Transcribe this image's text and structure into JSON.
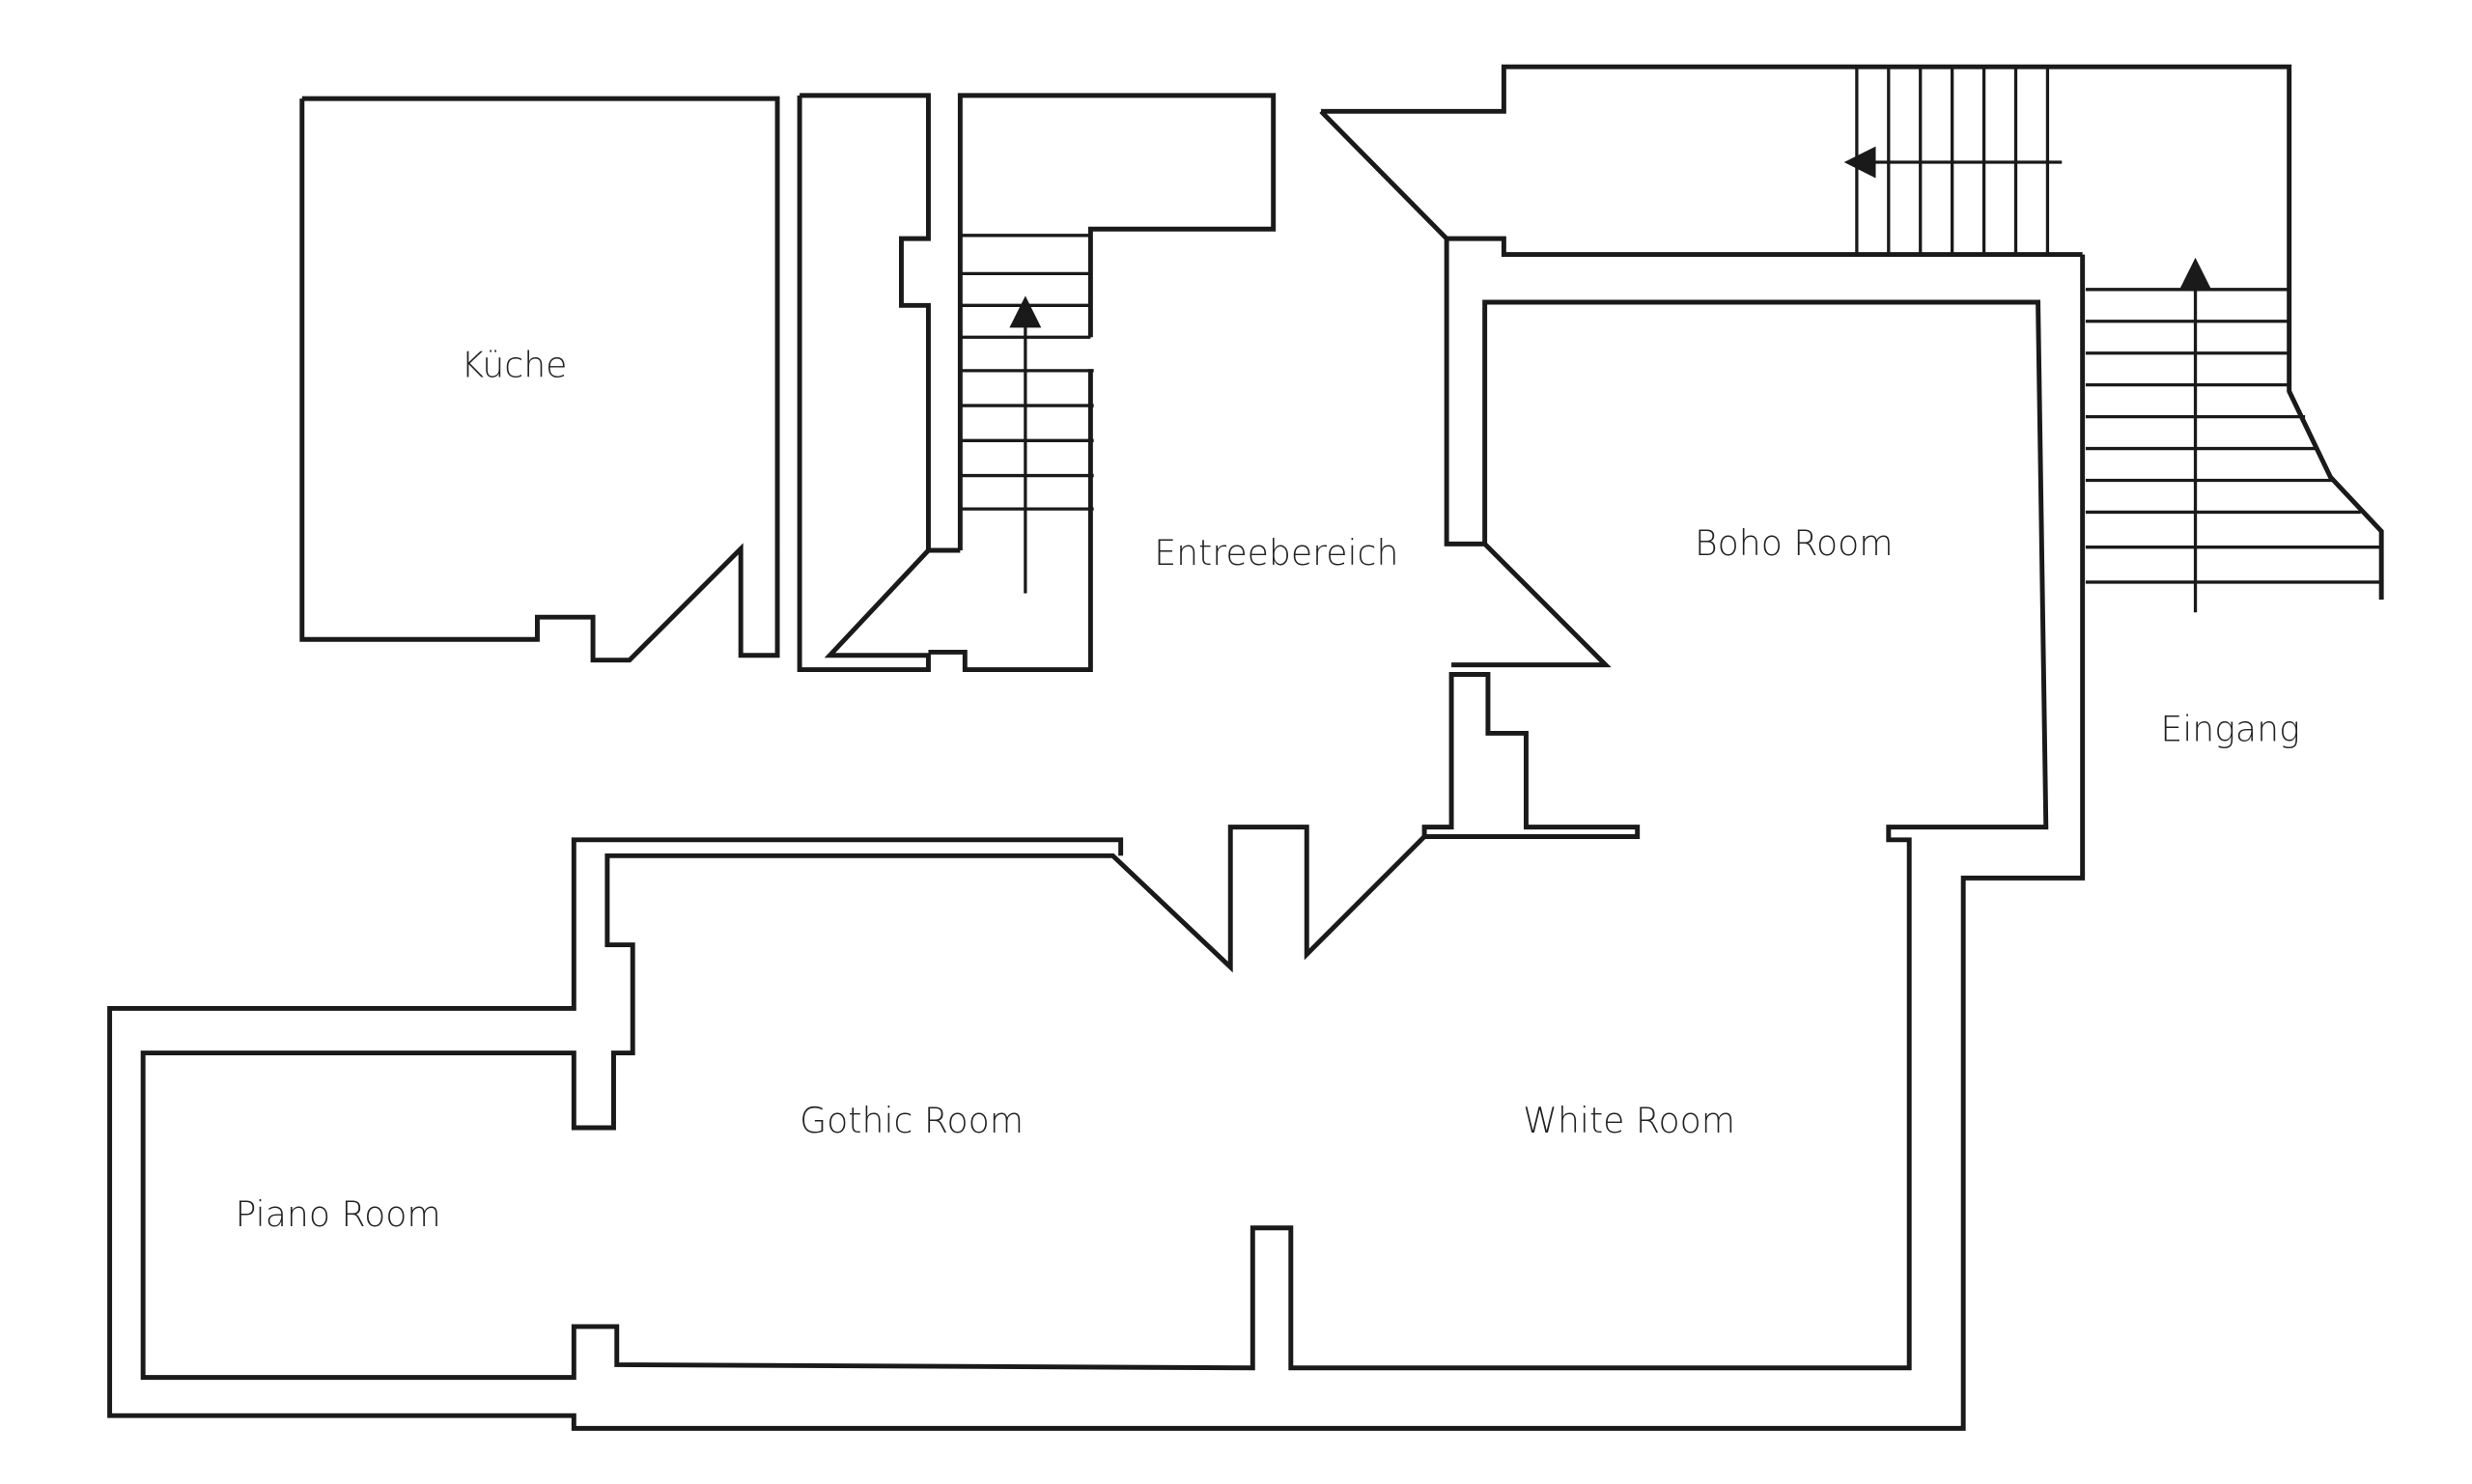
{
  "title": "Floor plan",
  "rooms": {
    "kueche": "Küche",
    "entree": "Entreebereich",
    "boho": "Boho Room",
    "eingang": "Eingang",
    "gothic": "Gothic Room",
    "white": "White Room",
    "piano": "Piano Room"
  },
  "colors": {
    "line": "#1a1a1a",
    "background": "#ffffff"
  }
}
